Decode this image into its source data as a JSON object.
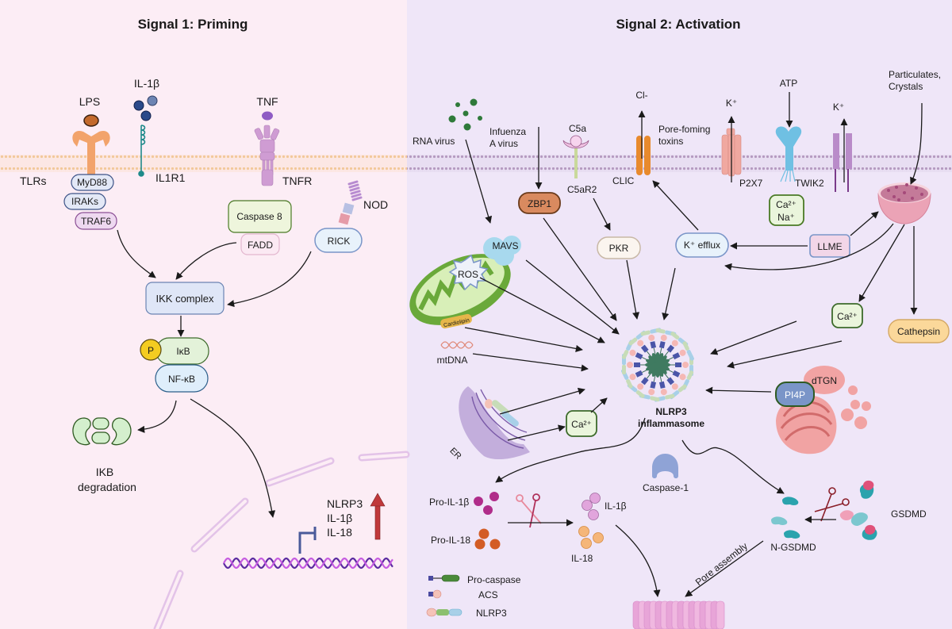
{
  "panels": {
    "left": {
      "title": "Signal 1: Priming",
      "bg": "#fcedf5"
    },
    "right": {
      "title": "Signal 2: Activation",
      "bg": "#efe6f8"
    }
  },
  "signal1": {
    "ligands": {
      "lps": "LPS",
      "il1b": "IL-1β",
      "tnf": "TNF"
    },
    "receptors": {
      "tlrs": "TLRs",
      "il1r1": "IL1R1",
      "tnfr": "TNFR",
      "nod": "NOD"
    },
    "adaptors": {
      "myd88": "MyD88",
      "iraks": "IRAKs",
      "traf6": "TRAF6",
      "caspase8": "Caspase 8",
      "fadd": "FADD",
      "rick": "RICK"
    },
    "ikk_complex": "IKK complex",
    "phospho": "P",
    "ikb": "IκB",
    "nfkb": "NF-κB",
    "degradation": {
      "line1": "IKB",
      "line2": "degradation"
    },
    "genes": [
      "NLRP3",
      "IL-1β",
      "IL-18"
    ]
  },
  "signal2": {
    "stimuli": {
      "rna_virus": "RNA virus",
      "influenza_1": "Infuenza",
      "influenza_2": "A virus",
      "c5a": "C5a",
      "c5ar2": "C5aR2",
      "cl": "Cl-",
      "pore_toxins_1": "Pore-foming",
      "pore_toxins_2": "toxins",
      "clic": "CLIC",
      "k_plus_1": "K⁺",
      "p2x7": "P2X7",
      "atp": "ATP",
      "twik2": "TWIK2",
      "k_plus_2": "K⁺",
      "particulates_1": "Particulates,",
      "particulates_2": "Crystals"
    },
    "ions_box": {
      "ca": "Ca²⁺",
      "na": "Na⁺"
    },
    "nodes": {
      "zbp1": "ZBP1",
      "mavs": "MAVS",
      "pkr": "PKR",
      "k_efflux": "K⁺ efflux",
      "llme": "LLME",
      "ros": "ROS",
      "cardiolipin": "Cardiolipin",
      "mtdna": "mtDNA",
      "ca_lyso": "Ca²⁺",
      "cathepsin": "Cathepsin",
      "dtgn": "dTGN",
      "pi4p": "PI4P",
      "er": "ER",
      "ca_er": "Ca²⁺"
    },
    "inflammasome": {
      "line1": "NLRP3",
      "line2": "inflammasome"
    },
    "caspase1": "Caspase-1",
    "cytokines": {
      "pro_il1b": "Pro-IL-1β",
      "pro_il18": "Pro-IL-18",
      "il1b": "IL-1β",
      "il18": "IL-18"
    },
    "gsdmd": {
      "full": "GSDMD",
      "n_term": "N-GSDMD",
      "pore_assembly": "Pore assembly"
    },
    "legend": [
      {
        "label": "Pro-caspase"
      },
      {
        "label": "ACS"
      },
      {
        "label": "NLRP3"
      }
    ]
  },
  "colors": {
    "membrane_left": "#f2c89a",
    "membrane_right": "#b59ac0",
    "arrow": "#1a1a1a",
    "gene_arrow": "#c0393b",
    "green_box": "#4a7a25",
    "blue_box": "#7a95c8"
  }
}
